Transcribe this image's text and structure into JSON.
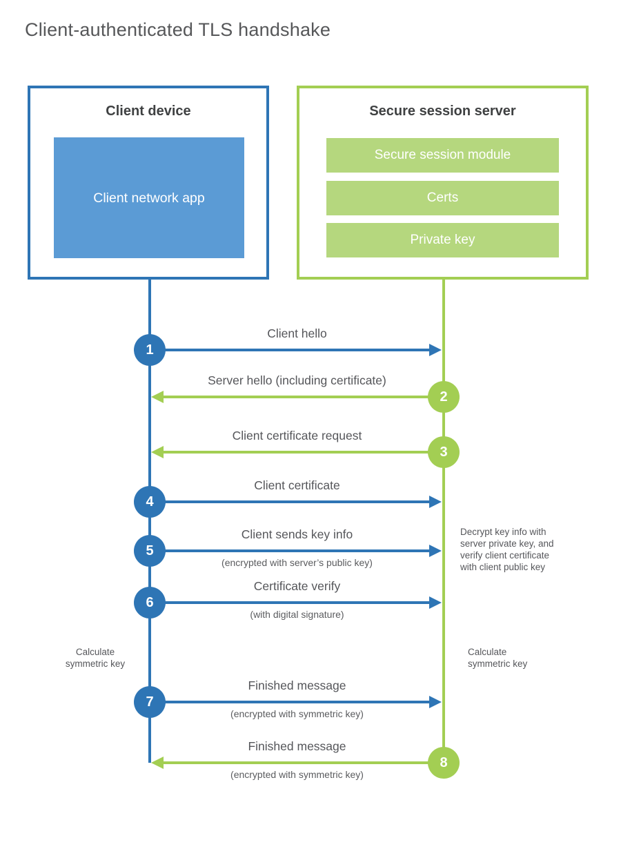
{
  "title": "Client-authenticated TLS handshake",
  "client_box": {
    "title": "Client device",
    "module_label": "Client network app"
  },
  "server_box": {
    "title": "Secure session server",
    "modules": [
      "Secure session module",
      "Certs",
      "Private key"
    ]
  },
  "steps": [
    {
      "num": "1",
      "label": "Client hello",
      "sub": ""
    },
    {
      "num": "2",
      "label": "Server hello (including certificate)",
      "sub": ""
    },
    {
      "num": "3",
      "label": "Client certificate request",
      "sub": ""
    },
    {
      "num": "4",
      "label": "Client certificate",
      "sub": ""
    },
    {
      "num": "5",
      "label": "Client sends key info",
      "sub": "(encrypted with server’s public key)"
    },
    {
      "num": "6",
      "label": "Certificate verify",
      "sub": "(with digital signature)"
    },
    {
      "num": "7",
      "label": "Finished message",
      "sub": "(encrypted with symmetric key)"
    },
    {
      "num": "8",
      "label": "Finished message",
      "sub": "(encrypted with symmetric key)"
    }
  ],
  "annotations": {
    "server_note_lines": [
      "Decrypt key info with",
      "server private key, and",
      "verify client certificate",
      "with client public key"
    ],
    "client_calc": "Calculate symmetric key",
    "server_calc": "Calculate symmetric key"
  },
  "colors": {
    "blue": "#2e75b5",
    "blue_fill": "#5b9bd5",
    "green": "#a3ce53",
    "green_fill": "#b5d77e"
  }
}
